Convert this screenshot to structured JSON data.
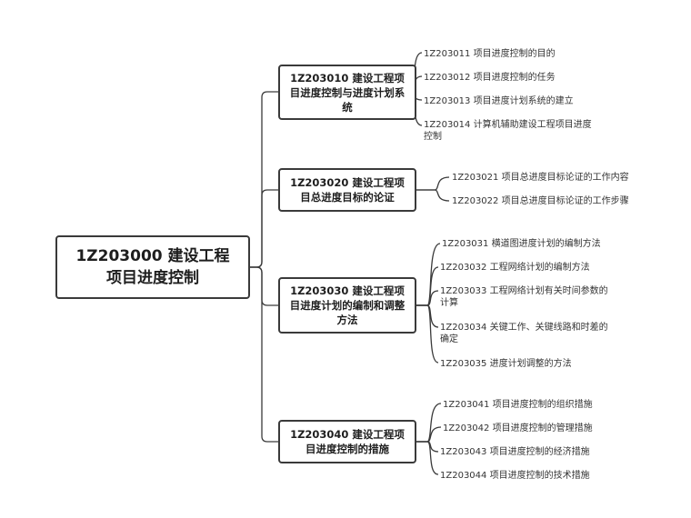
{
  "root": {
    "label": "1Z203000 建设工程项目进度控制"
  },
  "branches": [
    {
      "label": "1Z203010 建设工程项目进度控制与进度计划系统",
      "leaves": [
        "1Z203011 项目进度控制的目的",
        "1Z203012 项目进度控制的任务",
        "1Z203013 项目进度计划系统的建立",
        "1Z203014 计算机辅助建设工程项目进度控制"
      ]
    },
    {
      "label": "1Z203020 建设工程项目总进度目标的论证",
      "leaves": [
        "1Z203021 项目总进度目标论证的工作内容",
        "1Z203022 项目总进度目标论证的工作步骤"
      ]
    },
    {
      "label": "1Z203030 建设工程项目进度计划的编制和调整方法",
      "leaves": [
        "1Z203031 横道图进度计划的编制方法",
        "1Z203032 工程网络计划的编制方法",
        "1Z203033 工程网络计划有关时间参数的计算",
        "1Z203034 关键工作、关键线路和时差的确定",
        "1Z203035 进度计划调整的方法"
      ]
    },
    {
      "label": "1Z203040 建设工程项目进度控制的措施",
      "leaves": [
        "1Z203041 项目进度控制的组织措施",
        "1Z203042 项目进度控制的管理措施",
        "1Z203043 项目进度控制的经济措施",
        "1Z203044 项目进度控制的技术措施"
      ]
    }
  ]
}
